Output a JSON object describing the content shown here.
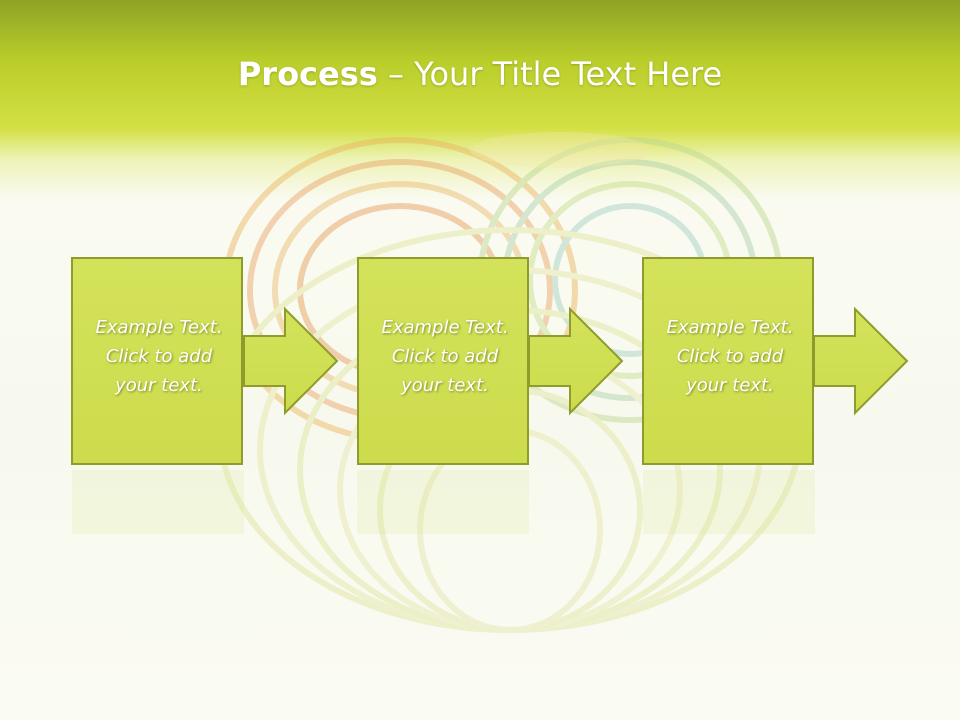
{
  "slide": {
    "title": {
      "bold": "Process",
      "separator": " – ",
      "rest": "Your Title Text Here"
    },
    "steps": [
      {
        "lines": [
          "Example Text.",
          "Click  to add",
          "your text."
        ]
      },
      {
        "lines": [
          "Example Text.",
          "Click  to add",
          "your text."
        ]
      },
      {
        "lines": [
          "Example Text.",
          "Click  to add",
          "your text."
        ]
      }
    ]
  },
  "colors": {
    "header_top": "#8fa326",
    "header_mid": "#d3e043",
    "box_fill": "#cfdf52",
    "box_border": "#8f9b2a",
    "text": "#ffffff",
    "background": "#fafbf3"
  },
  "icons": {
    "background_art": "slinky-spring-illustration",
    "connector": "arrow-right-icon"
  }
}
